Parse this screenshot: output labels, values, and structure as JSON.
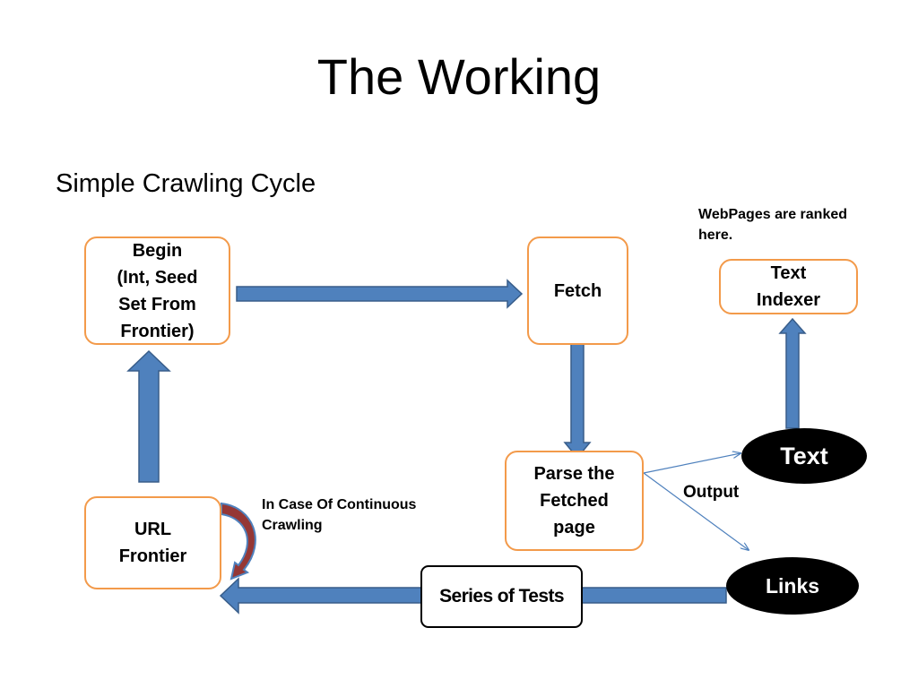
{
  "title": "The Working",
  "subtitle": "Simple Crawling Cycle",
  "notes": {
    "ranked": "WebPages are ranked\nhere.",
    "continuous": "In Case Of Continuous\nCrawling",
    "output": "Output"
  },
  "nodes": {
    "begin": "Begin\n(Int, Seed\nSet From\nFrontier)",
    "fetch": "Fetch",
    "parse": "Parse the\nFetched\npage",
    "text_indexer": "Text\nIndexer",
    "text": "Text",
    "links": "Links",
    "series": "Series of Tests",
    "frontier": "URL\nFrontier"
  },
  "colors": {
    "arrow_fill": "#4f81bd",
    "arrow_stroke": "#385d8a",
    "node_border": "#f39a4a",
    "loop_arrow": "#953735",
    "thin_arrow": "#4f81bd"
  }
}
